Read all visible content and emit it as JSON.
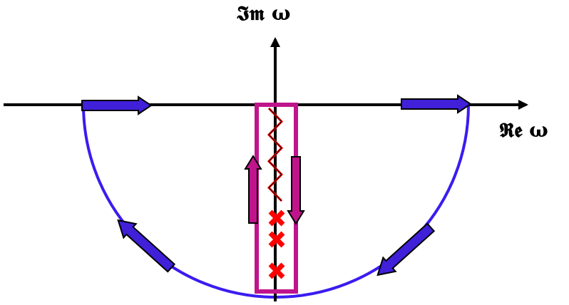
{
  "labels": {
    "imaginary_axis": "𝕴𝖒 ω",
    "real_axis": "𝕽𝖊 ω"
  },
  "colors": {
    "axis": "#000000",
    "contour": "#3a1cf0",
    "contour_arrow_fill": "#4020d8",
    "contour_arrow_stroke": "#000000",
    "keyhole": "#c0148c",
    "keyhole_arrow_fill": "#c0148c",
    "branch_cut": "#ff0000",
    "pole": "#ff0000",
    "background": "#ffffff"
  },
  "branch_cut": {
    "segments": 7
  },
  "poles": {
    "count": 3
  },
  "contour_arrows": {
    "count": 4
  },
  "keyhole_arrows": {
    "count": 2,
    "directions": [
      "up",
      "down"
    ]
  }
}
